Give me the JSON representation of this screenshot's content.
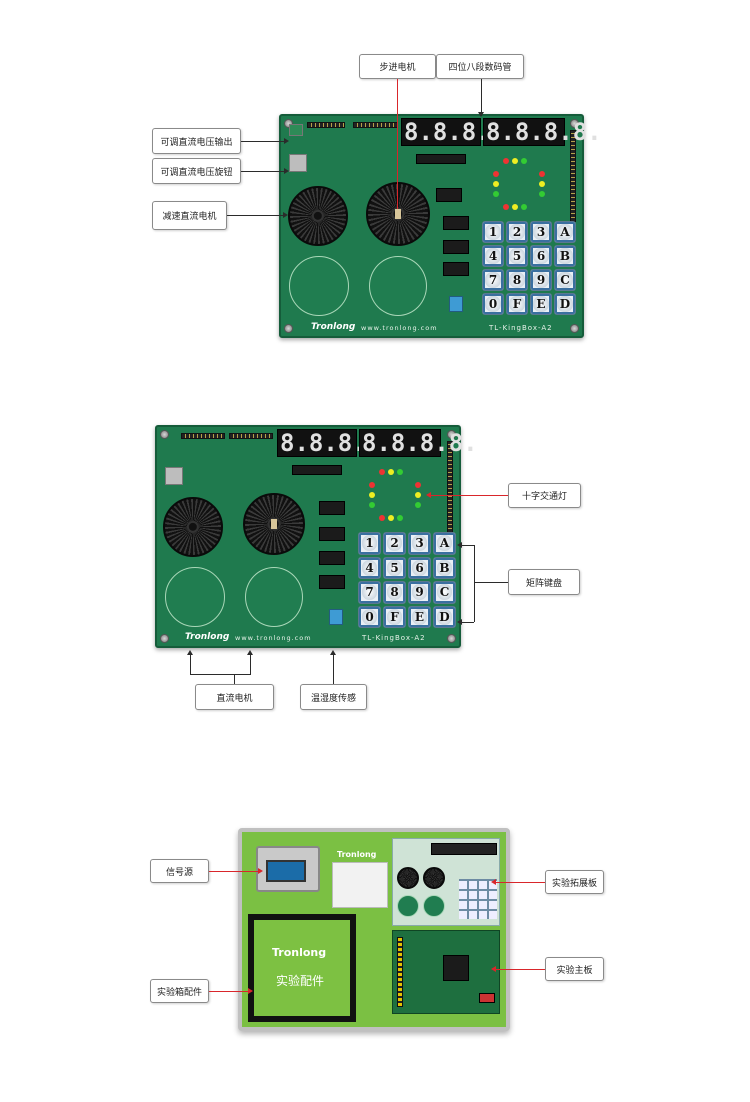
{
  "section1": {
    "labels": {
      "stepper": "步进电机",
      "seven_seg": "四位八段数码管",
      "adj_output": "可调直流电压输出",
      "adj_knob": "可调直流电压旋钮",
      "gear_motor": "减速直流电机"
    },
    "board": {
      "brand": "Tronlong",
      "url": "www.tronlong.com",
      "model": "TL-KingBox-A2",
      "digits_left": "8.8.8.8.",
      "digits_right": "8.8.8.8.",
      "keys": [
        "1",
        "2",
        "3",
        "A",
        "4",
        "5",
        "6",
        "B",
        "7",
        "8",
        "9",
        "C",
        "0",
        "F",
        "E",
        "D"
      ]
    }
  },
  "section2": {
    "labels": {
      "traffic": "十字交通灯",
      "keypad": "矩阵键盘",
      "dc_motor": "直流电机",
      "temp_hum": "温湿度传感"
    },
    "board": {
      "brand": "Tronlong",
      "url": "www.tronlong.com",
      "model": "TL-KingBox-A2",
      "digits_left": "8.8.8.8.",
      "digits_right": "8.8.8.8.",
      "keys": [
        "1",
        "2",
        "3",
        "A",
        "4",
        "5",
        "6",
        "B",
        "7",
        "8",
        "9",
        "C",
        "0",
        "F",
        "E",
        "D"
      ]
    }
  },
  "section3": {
    "labels": {
      "signal_gen": "信号源",
      "accessories": "实验箱配件",
      "ext_board": "实验拓展板",
      "main_board": "实验主板"
    },
    "case": {
      "brand": "Tronlong",
      "acc_brand": "Tronlong",
      "acc_title": "实验配件"
    }
  },
  "colors": {
    "pcb": "#1f7a4e",
    "callout_red": "#d9262b",
    "case_green": "#7bc043"
  }
}
